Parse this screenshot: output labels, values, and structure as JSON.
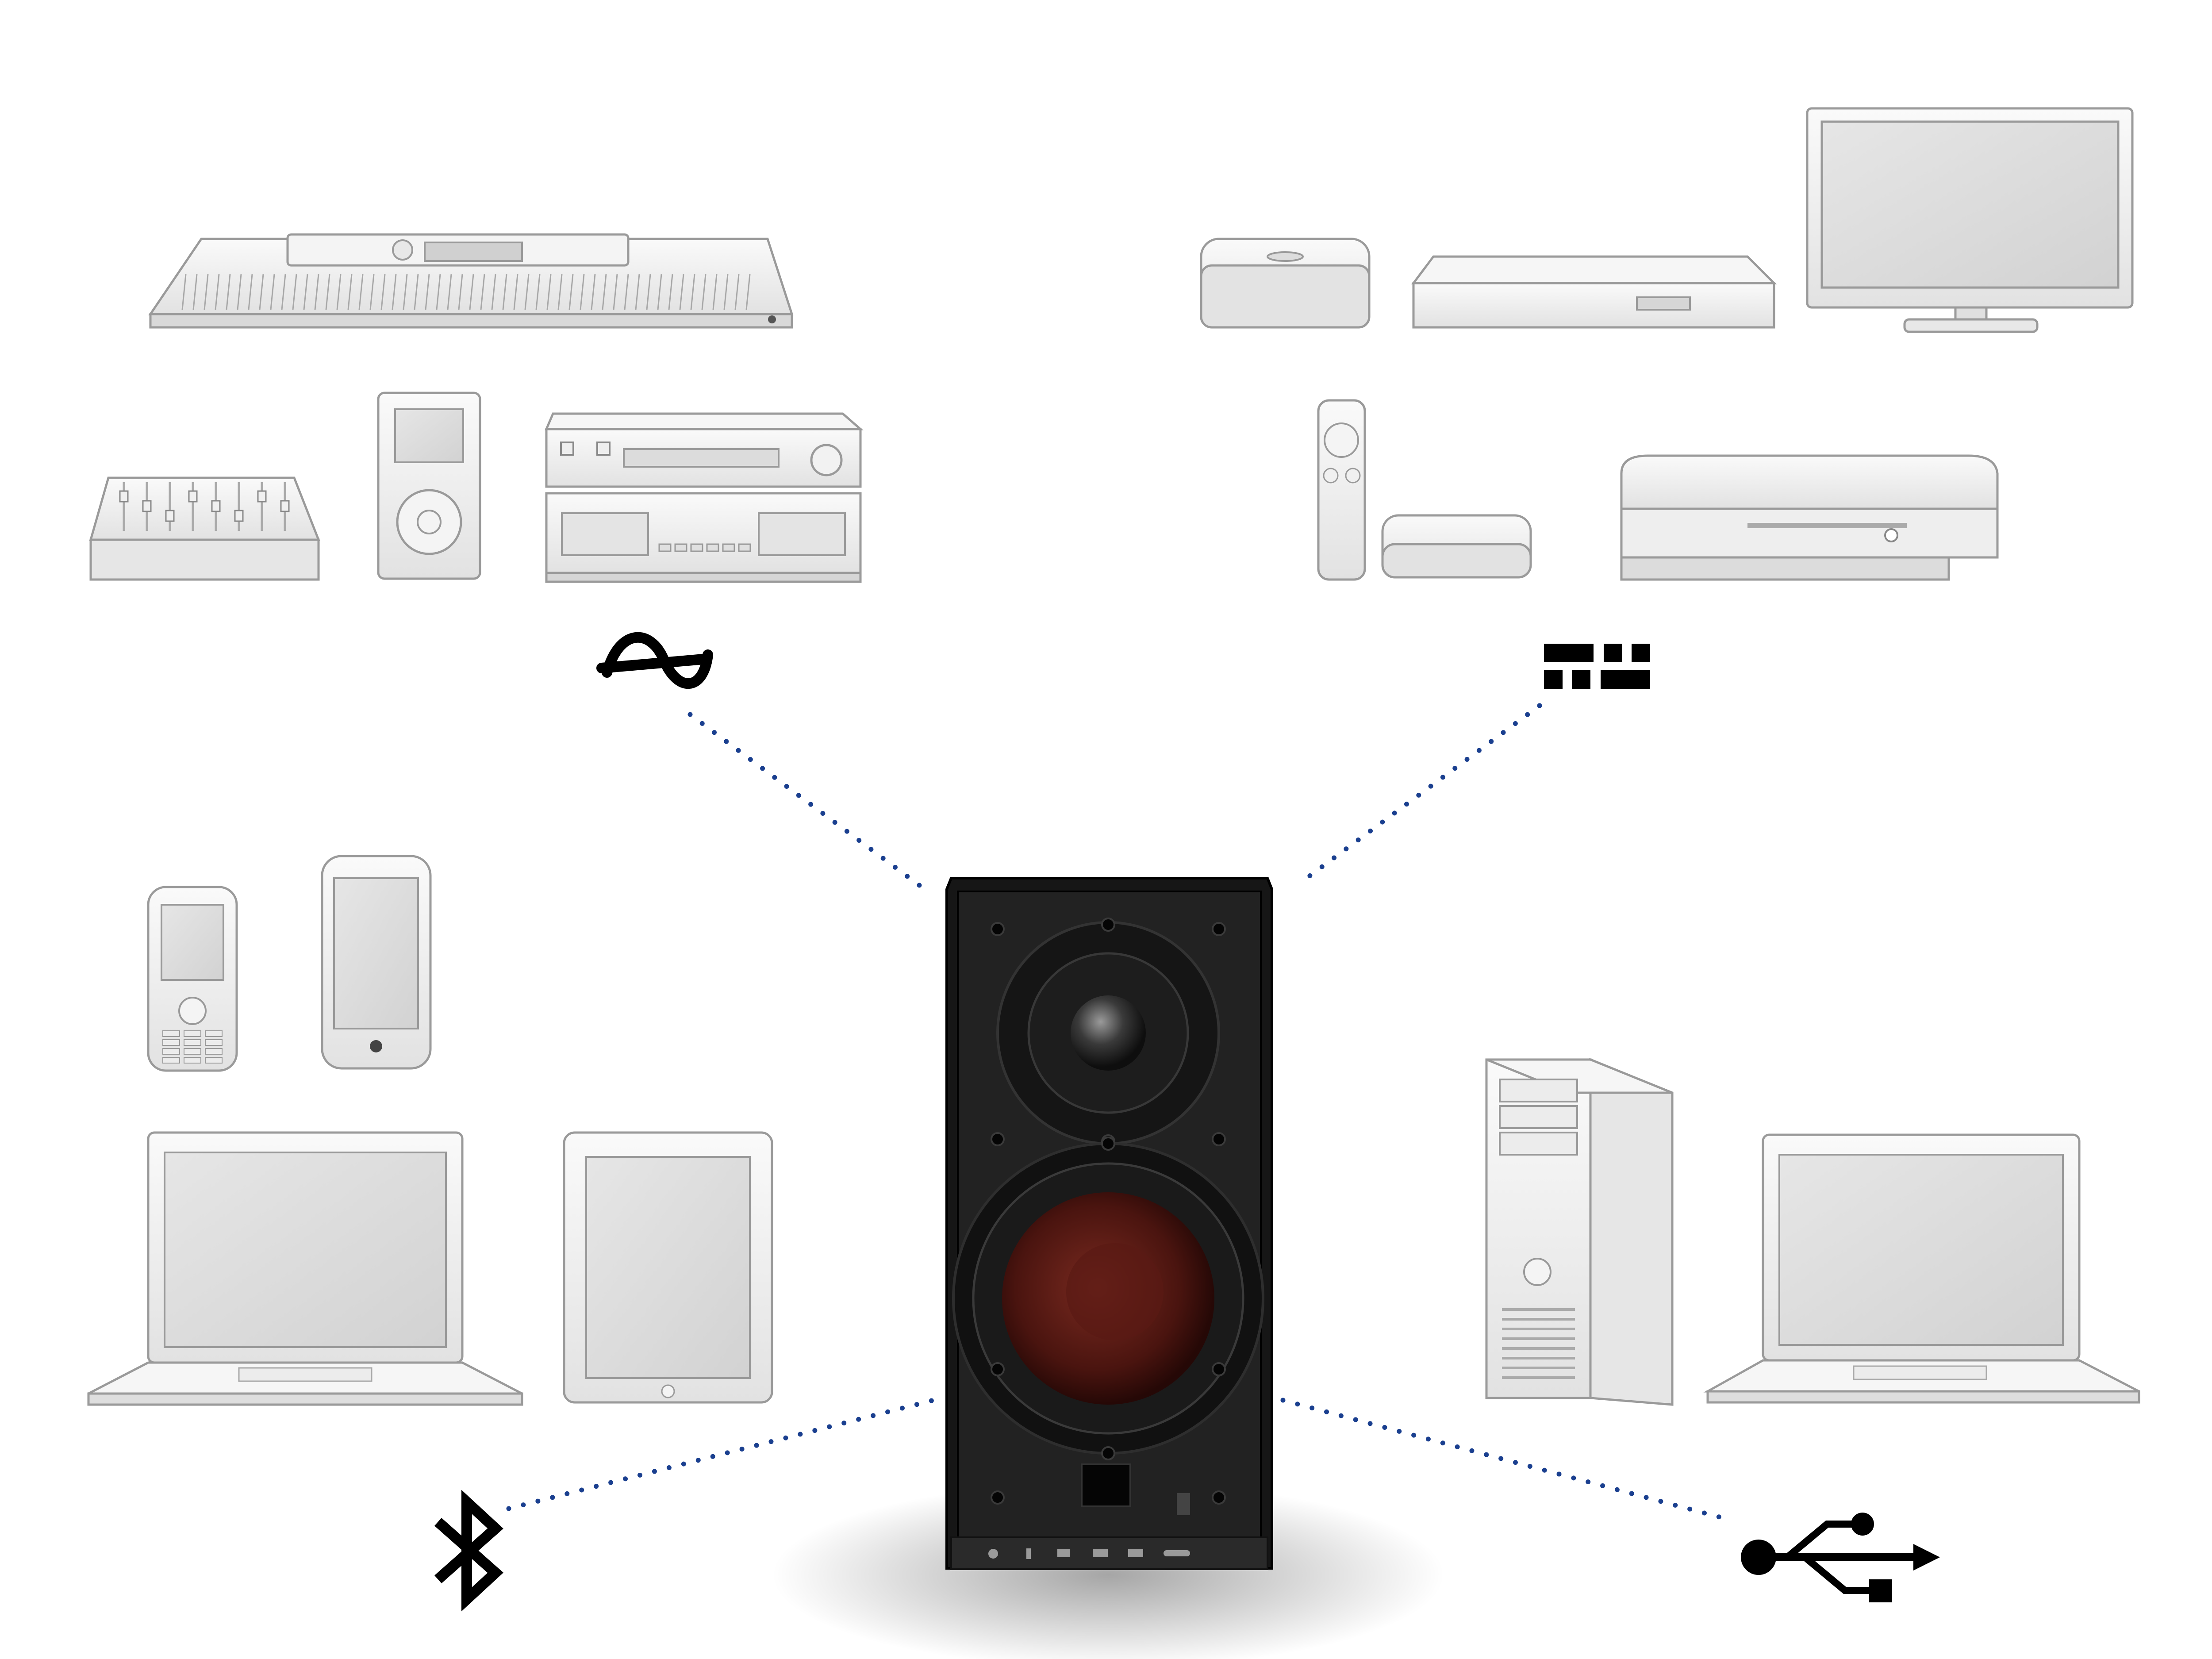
{
  "colors": {
    "background": "#ffffff",
    "connector": "#1a3f8f",
    "device_fill": "#f2f2f2",
    "device_shade": "#dcdcdc",
    "device_stroke": "#9a9a9a",
    "speaker_body": "#1b1b1b",
    "woofer_cone": "#5a1a14",
    "icon": "#000000"
  },
  "groups": [
    {
      "connection": "analog",
      "icon": "analog-sine-icon",
      "devices": [
        "keyboard-synth",
        "dj-mixer",
        "portable-media-player",
        "hifi-tuner",
        "cassette-deck"
      ]
    },
    {
      "connection": "optical",
      "icon": "optical-toslink-icon",
      "devices": [
        "media-hub",
        "bluray-player",
        "flat-screen-tv",
        "remote-control",
        "mini-media-box",
        "game-console"
      ]
    },
    {
      "connection": "bluetooth",
      "icon": "bluetooth-icon",
      "devices": [
        "feature-phone",
        "smartphone",
        "laptop",
        "tablet"
      ]
    },
    {
      "connection": "usb",
      "icon": "usb-icon",
      "devices": [
        "tower-pc",
        "laptop"
      ]
    }
  ],
  "center": {
    "device": "active-bookshelf-speaker",
    "panel_icons": [
      "power-icon",
      "bluetooth-icon",
      "optical-icon",
      "analog-icon",
      "usb-icon",
      "input-icon"
    ]
  }
}
